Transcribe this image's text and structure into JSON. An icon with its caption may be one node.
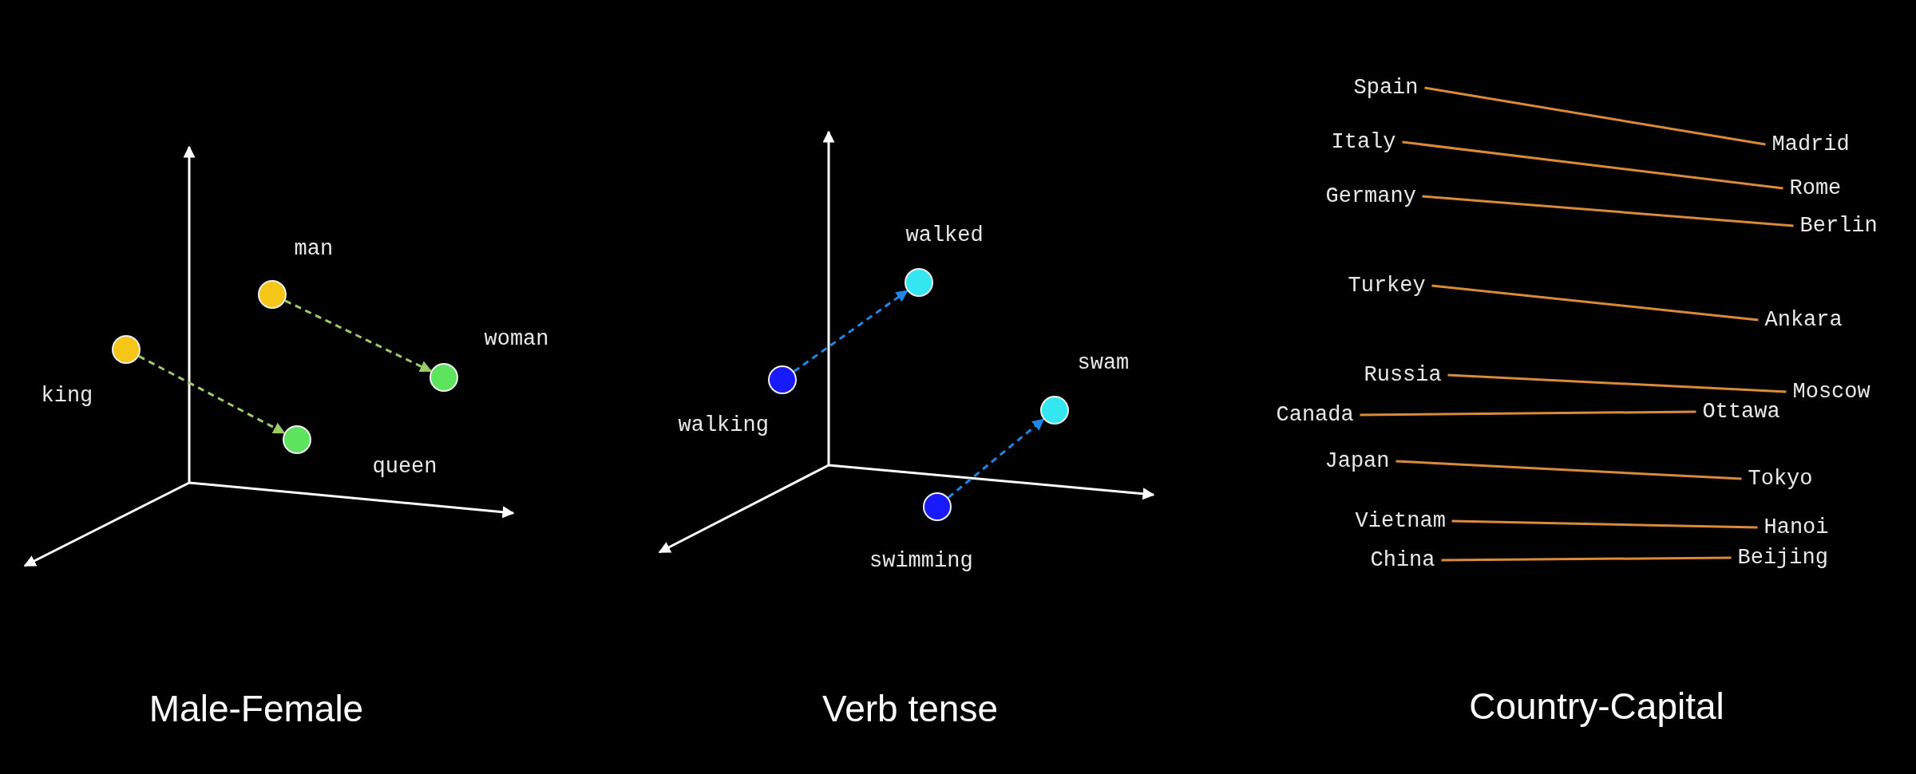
{
  "diagram": {
    "nodes": [
      {
        "text": [],
        "shape": "circle",
        "beside": [
          "man"
        ]
      },
      {
        "text": [],
        "shape": "circle",
        "beside": [
          "woman"
        ]
      },
      {
        "text": [],
        "shape": "circle",
        "beside": [
          "king"
        ]
      },
      {
        "text": [],
        "shape": "circle",
        "beside": [
          "queen"
        ]
      },
      {
        "text": [],
        "shape": "circle",
        "beside": [
          "walked"
        ]
      },
      {
        "text": [],
        "shape": "circle",
        "beside": [
          "walking"
        ]
      },
      {
        "text": [],
        "shape": "circle",
        "beside": [
          "swam"
        ]
      },
      {
        "text": [],
        "shape": "circle",
        "beside": [
          "swimming"
        ]
      },
      {
        "text": [
          "Spain"
        ]
      },
      {
        "text": [
          "Madrid"
        ]
      },
      {
        "text": [
          "Italy"
        ]
      },
      {
        "text": [
          "Rome"
        ]
      },
      {
        "text": [
          "Germany"
        ]
      },
      {
        "text": [
          "Berlin"
        ]
      },
      {
        "text": [
          "Turkey"
        ]
      },
      {
        "text": [
          "Ankara"
        ]
      },
      {
        "text": [
          "Russia"
        ]
      },
      {
        "text": [
          "Moscow"
        ]
      },
      {
        "text": [
          "Canada"
        ]
      },
      {
        "text": [
          "Ottawa"
        ]
      },
      {
        "text": [
          "Japan"
        ]
      },
      {
        "text": [
          "Tokyo"
        ]
      },
      {
        "text": [
          "Vietnam"
        ]
      },
      {
        "text": [
          "Hanoi"
        ]
      },
      {
        "text": [
          "China"
        ]
      },
      {
        "text": [
          "Beijing"
        ]
      }
    ],
    "edges": [
      {
        "from": 0,
        "to": 1,
        "arrow": "to",
        "style": "dashed",
        "color": "#9ccc65"
      },
      {
        "from": 2,
        "to": 3,
        "arrow": "to",
        "style": "dashed",
        "color": "#9ccc65"
      },
      {
        "from": 5,
        "to": 4,
        "arrow": "to",
        "style": "dashed",
        "color": "#1e88e5"
      },
      {
        "from": 7,
        "to": 6,
        "arrow": "to",
        "style": "dashed",
        "color": "#1e88e5"
      },
      {
        "from": 8,
        "to": 9,
        "arrow": "none"
      },
      {
        "from": 10,
        "to": 11,
        "arrow": "none"
      },
      {
        "from": 12,
        "to": 13,
        "arrow": "none"
      },
      {
        "from": 14,
        "to": 15,
        "arrow": "none"
      },
      {
        "from": 16,
        "to": 17,
        "arrow": "none"
      },
      {
        "from": 18,
        "to": 19,
        "arrow": "none"
      },
      {
        "from": 20,
        "to": 21,
        "arrow": "none"
      },
      {
        "from": 22,
        "to": 23,
        "arrow": "none"
      },
      {
        "from": 24,
        "to": 25,
        "arrow": "none"
      }
    ],
    "labels": [
      "Male-Female",
      "Verb tense",
      "Country-Capital"
    ]
  }
}
